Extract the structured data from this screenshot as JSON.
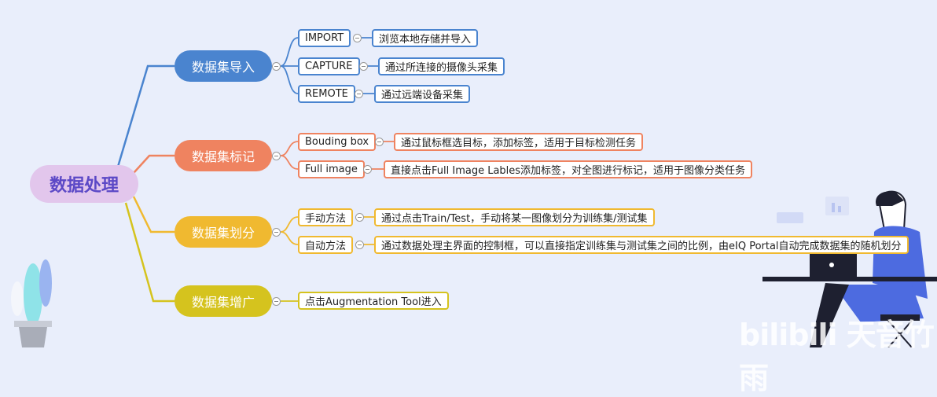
{
  "colors": {
    "import": "#4a84cf",
    "label": "#ef8360",
    "split": "#f0b930",
    "augment": "#d5c31e",
    "root_bg": "#e2c6ec",
    "root_text": "#5b48c6"
  },
  "root": {
    "label": "数据处理"
  },
  "branches": [
    {
      "label": "数据集导入",
      "color": "#4a84cf",
      "children": [
        {
          "label": "IMPORT",
          "detail": "浏览本地存储并导入"
        },
        {
          "label": "CAPTURE",
          "detail": "通过所连接的摄像头采集"
        },
        {
          "label": "REMOTE",
          "detail": "通过远端设备采集"
        }
      ]
    },
    {
      "label": "数据集标记",
      "color": "#ef8360",
      "children": [
        {
          "label": "Bouding box",
          "detail": "通过鼠标框选目标，添加标签，适用于目标检测任务"
        },
        {
          "label": "Full image",
          "detail": "直接点击Full Image Lables添加标签，对全图进行标记，适用于图像分类任务"
        }
      ]
    },
    {
      "label": "数据集划分",
      "color": "#f0b930",
      "children": [
        {
          "label": "手动方法",
          "detail": "通过点击Train/Test，手动将某一图像划分为训练集/测试集"
        },
        {
          "label": "自动方法",
          "detail": "通过数据处理主界面的控制框，可以直接指定训练集与测试集之间的比例，由eIQ Portal自动完成数据集的随机划分"
        }
      ]
    },
    {
      "label": "数据集增广",
      "color": "#d5c31e",
      "children": [
        {
          "label": "点击Augmentation Tool进入"
        }
      ]
    }
  ],
  "watermark": "bilibili 天音竹雨"
}
